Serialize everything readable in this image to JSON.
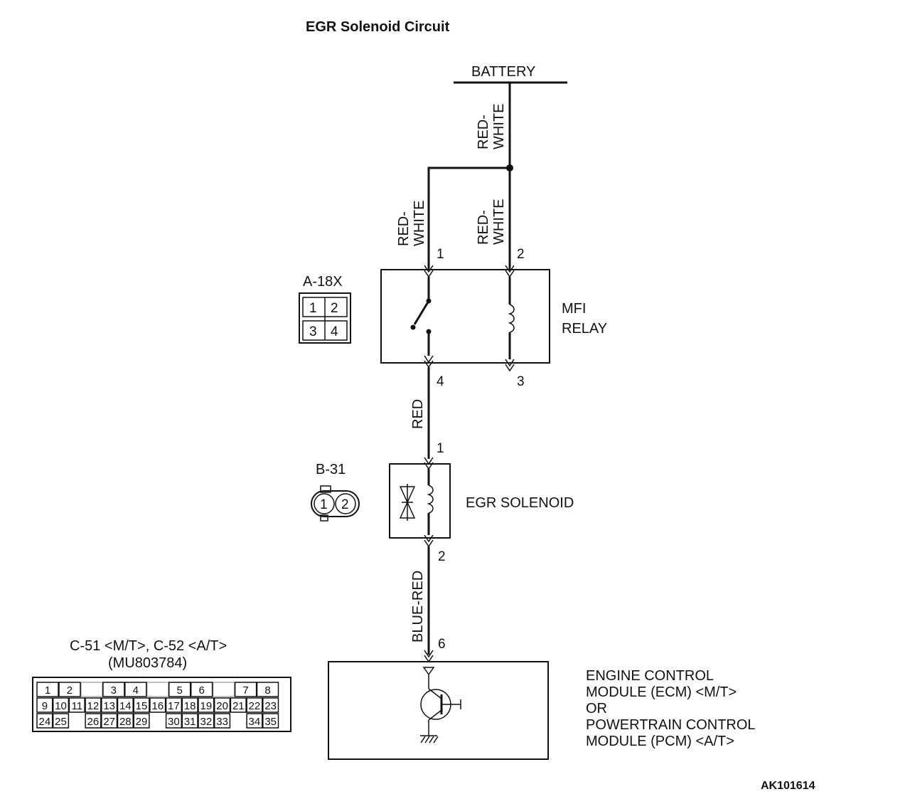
{
  "title": "EGR Solenoid Circuit",
  "battery": {
    "label": "BATTERY"
  },
  "wires": {
    "battery_feed": [
      "RED-",
      "WHITE"
    ],
    "relay_pin1": [
      "RED-",
      "WHITE"
    ],
    "relay_pin2": [
      "RED-",
      "WHITE"
    ],
    "relay_to_solenoid": "RED",
    "solenoid_to_module": "BLUE-RED"
  },
  "mfi_relay": {
    "label_lines": [
      "MFI",
      "RELAY"
    ],
    "pins": {
      "p1": "1",
      "p2": "2",
      "p3": "3",
      "p4": "4"
    }
  },
  "connector_a18x": {
    "code": "A-18X",
    "cells": [
      "1",
      "2",
      "3",
      "4"
    ]
  },
  "egr_solenoid": {
    "label": "EGR SOLENOID",
    "pins": {
      "top": "1",
      "bottom": "2"
    }
  },
  "connector_b31": {
    "code": "B-31",
    "cells": [
      "1",
      "2"
    ]
  },
  "module": {
    "pin": "6",
    "label_lines": [
      "ENGINE CONTROL",
      "MODULE (ECM) <M/T>",
      "OR",
      "POWERTRAIN CONTROL",
      "MODULE (PCM) <A/T>"
    ]
  },
  "connector_c51": {
    "title_lines": [
      "C-51 <M/T>, C-52 <A/T>",
      "(MU803784)"
    ],
    "row1": [
      "1",
      "2",
      "",
      "3",
      "4",
      "",
      "5",
      "6",
      "",
      "7",
      "8"
    ],
    "row2": [
      "9",
      "10",
      "11",
      "12",
      "13",
      "14",
      "15",
      "16",
      "17",
      "18",
      "19",
      "20",
      "21",
      "22",
      "23"
    ],
    "row3": [
      "24",
      "25",
      "",
      "26",
      "27",
      "28",
      "29",
      "",
      "30",
      "31",
      "32",
      "33",
      "",
      "34",
      "35"
    ]
  },
  "doc_code": "AK101614"
}
